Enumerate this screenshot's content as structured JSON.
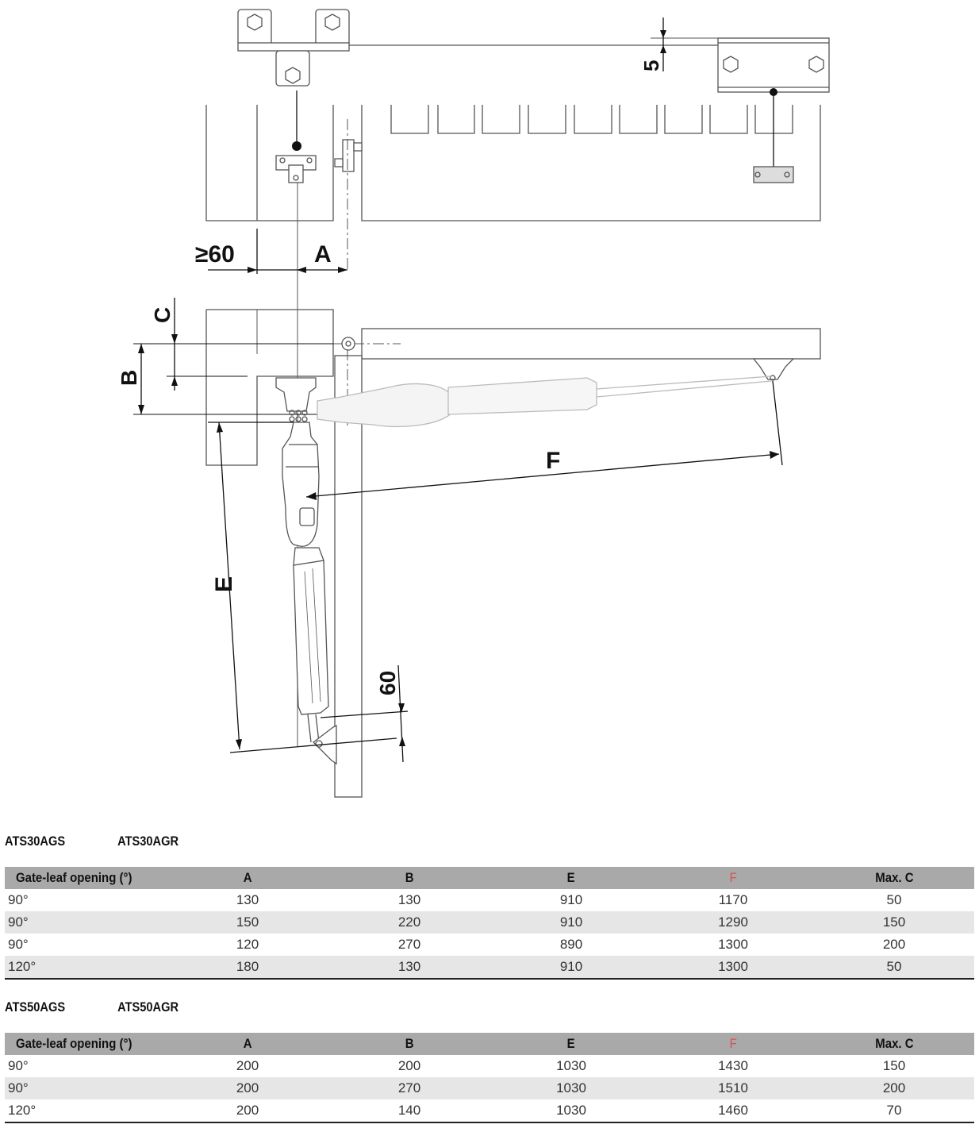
{
  "drawing": {
    "labels": {
      "five": "5",
      "gte60": "≥60",
      "a": "A",
      "c": "C",
      "b": "B",
      "e": "E",
      "f": "F",
      "sixty": "60"
    }
  },
  "tables": [
    {
      "models": [
        "ATS30AGS",
        "ATS30AGR"
      ],
      "headers": [
        "Gate-leaf opening (°)",
        "A",
        "B",
        "E",
        "F",
        "Max. C"
      ],
      "rows": [
        [
          "90°",
          "130",
          "130",
          "910",
          "1170",
          "50"
        ],
        [
          "90°",
          "150",
          "220",
          "910",
          "1290",
          "150"
        ],
        [
          "90°",
          "120",
          "270",
          "890",
          "1300",
          "200"
        ],
        [
          "120°",
          "180",
          "130",
          "910",
          "1300",
          "50"
        ]
      ]
    },
    {
      "models": [
        "ATS50AGS",
        "ATS50AGR"
      ],
      "headers": [
        "Gate-leaf opening (°)",
        "A",
        "B",
        "E",
        "F",
        "Max. C"
      ],
      "rows": [
        [
          "90°",
          "200",
          "200",
          "1030",
          "1430",
          "150"
        ],
        [
          "90°",
          "200",
          "270",
          "1030",
          "1510",
          "200"
        ],
        [
          "120°",
          "200",
          "140",
          "1030",
          "1460",
          "70"
        ]
      ]
    }
  ],
  "colors": {
    "header_bg": "#a9a9a9",
    "row_alt": "#e6e6e6",
    "f_header": "#d9534f"
  }
}
